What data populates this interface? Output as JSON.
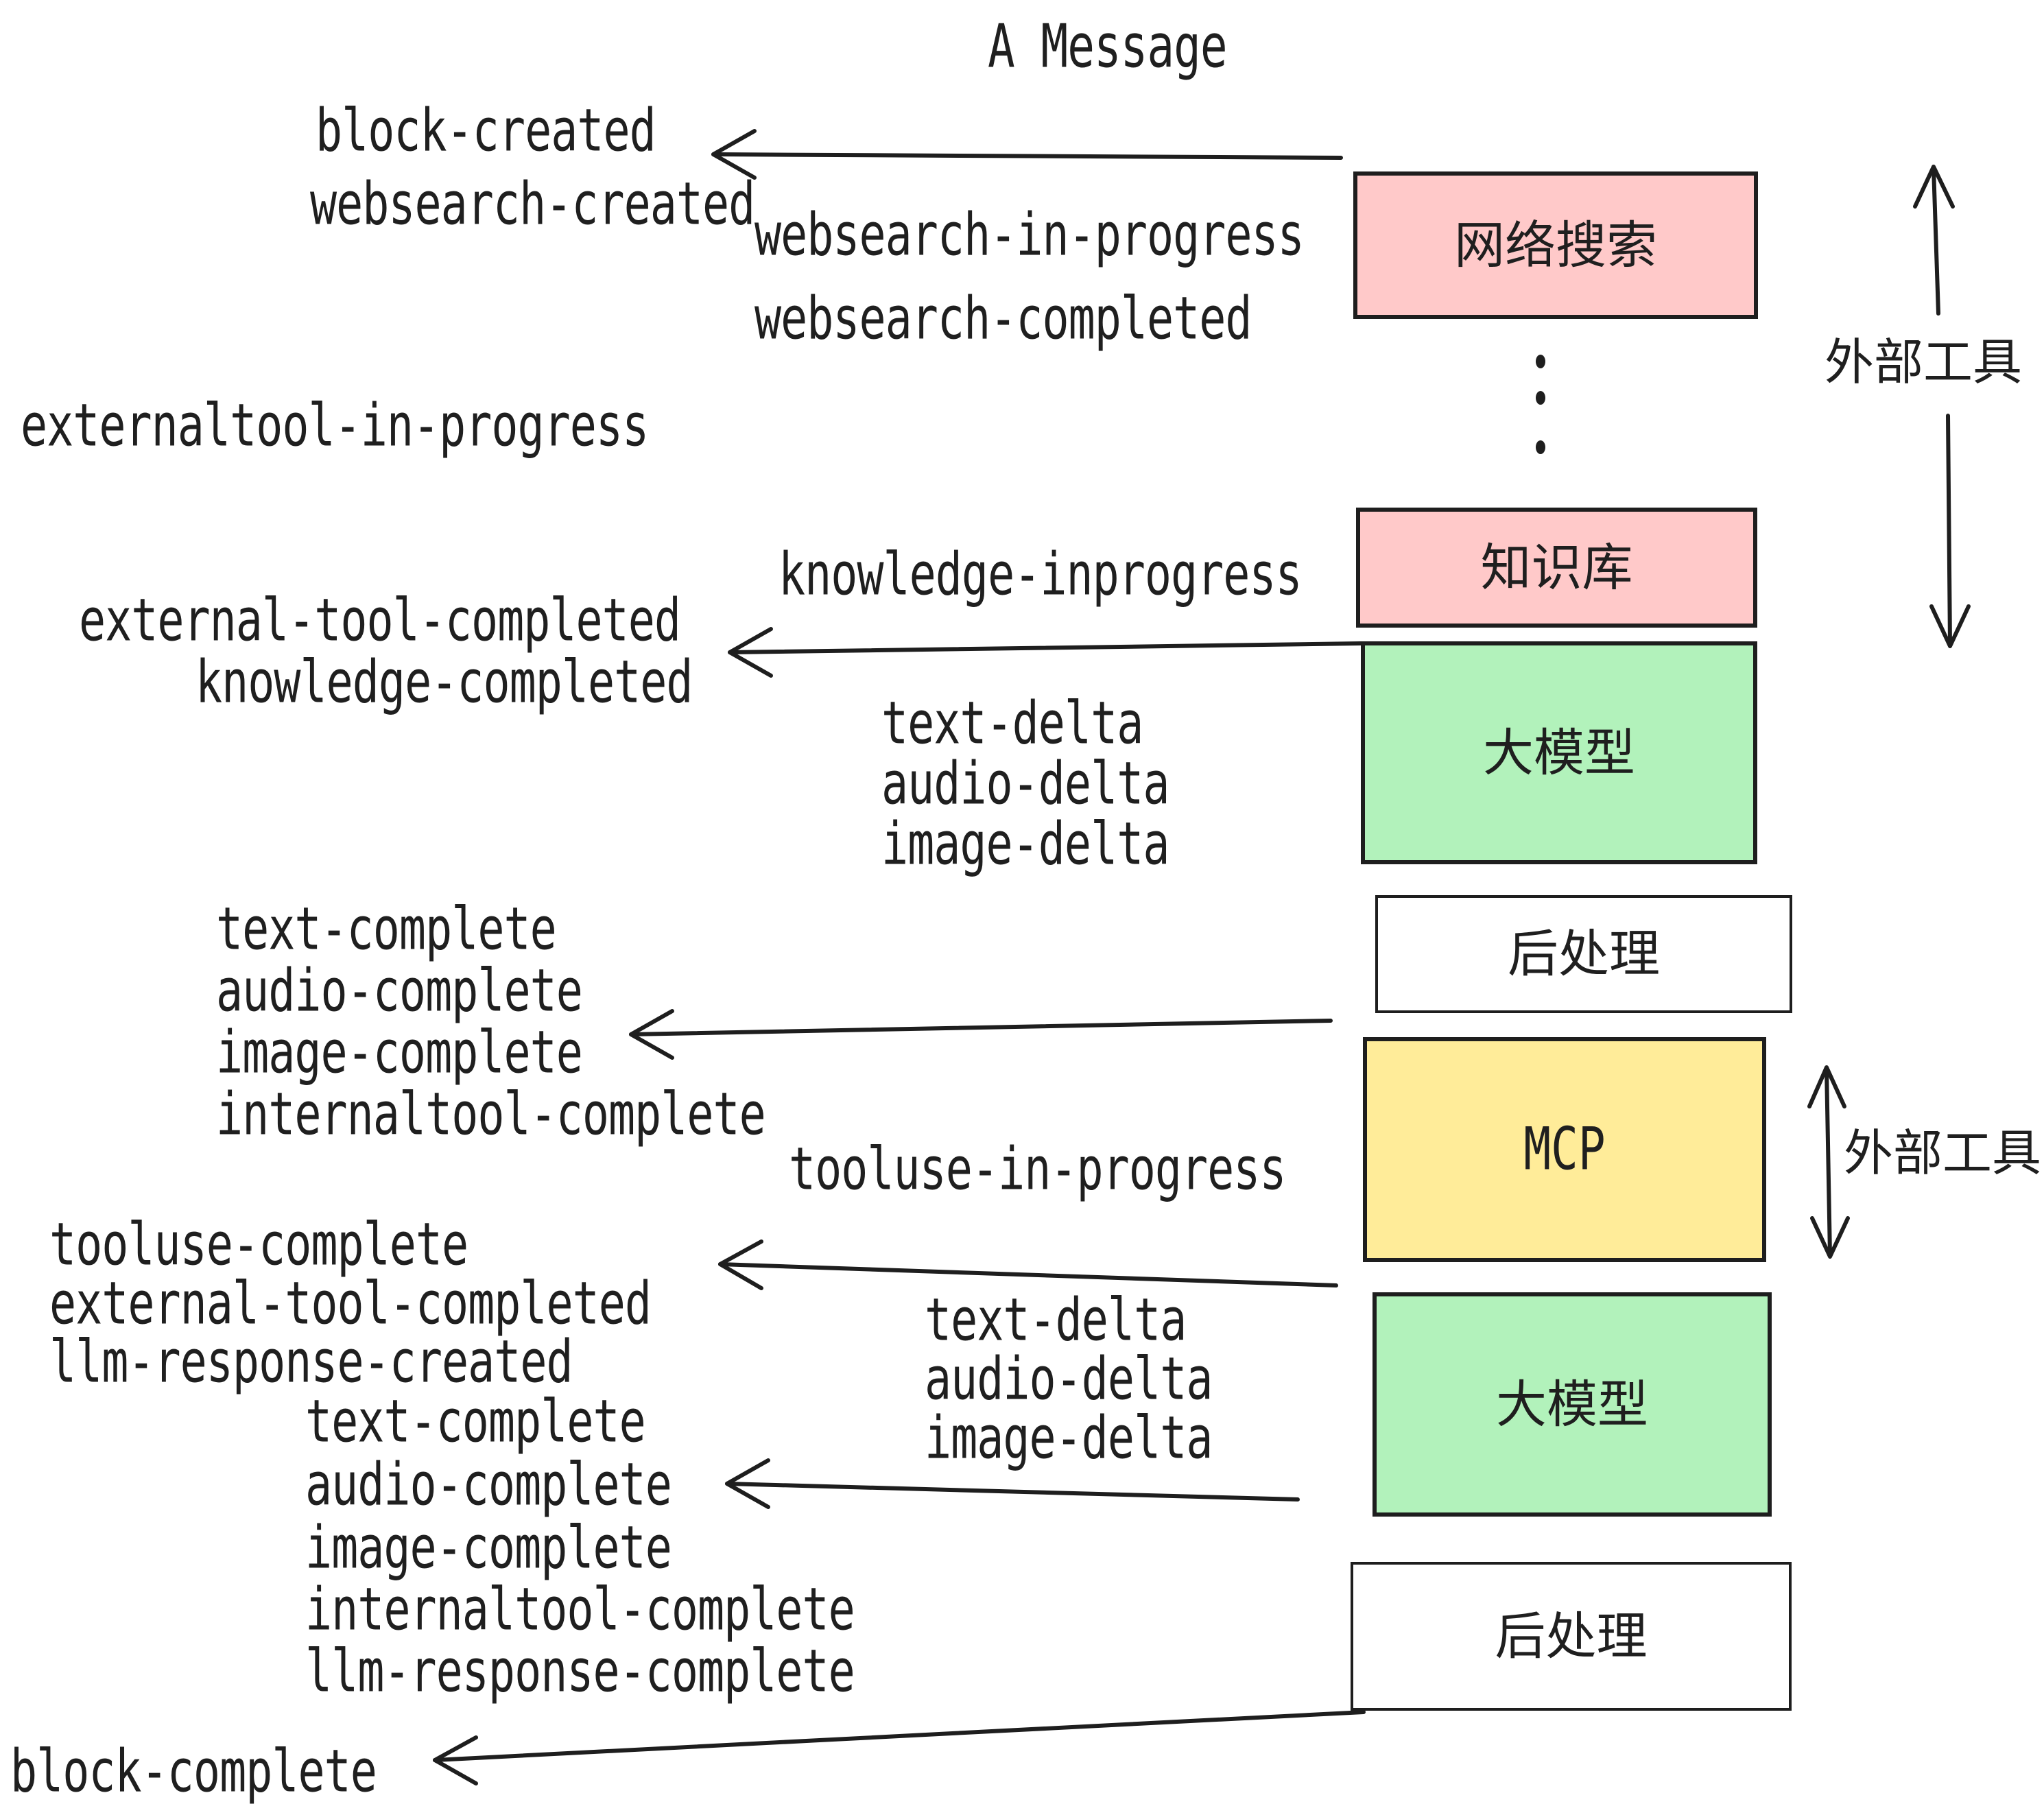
{
  "title": "A Message",
  "colors": {
    "box_pink": "#ffc9c9",
    "box_green": "#b2f2bb",
    "box_yellow": "#ffec99",
    "box_white": "#ffffff",
    "stroke": "#1e1e1e",
    "text": "#1f1f1f",
    "background": "#ffffff"
  },
  "boxes": {
    "web_search": "网络搜索",
    "knowledge": "知识库",
    "llm": "大模型",
    "post_process": "后处理",
    "mcp": "MCP"
  },
  "side_labels": {
    "external_tools": "外部工具"
  },
  "events": {
    "block_created": "block-created",
    "websearch_created": "websearch-created",
    "websearch_in_progress": "websearch-in-progress",
    "websearch_completed": "websearch-completed",
    "externaltool_in_progress": "externaltool-in-progress",
    "knowledge_inprogress": "knowledge-inprogress",
    "external_tool_completed": "external-tool-completed",
    "knowledge_completed": "knowledge-completed",
    "text_delta": "text-delta",
    "audio_delta": "audio-delta",
    "image_delta": "image-delta",
    "text_complete": "text-complete",
    "audio_complete": "audio-complete",
    "image_complete": "image-complete",
    "internaltool_complete": "internaltool-complete",
    "tooluse_in_progress": "tooluse-in-progress",
    "tooluse_complete": "tooluse-complete",
    "llm_response_created": "llm-response-created",
    "llm_response_complete": "llm-response-complete",
    "block_complete": "block-complete"
  }
}
